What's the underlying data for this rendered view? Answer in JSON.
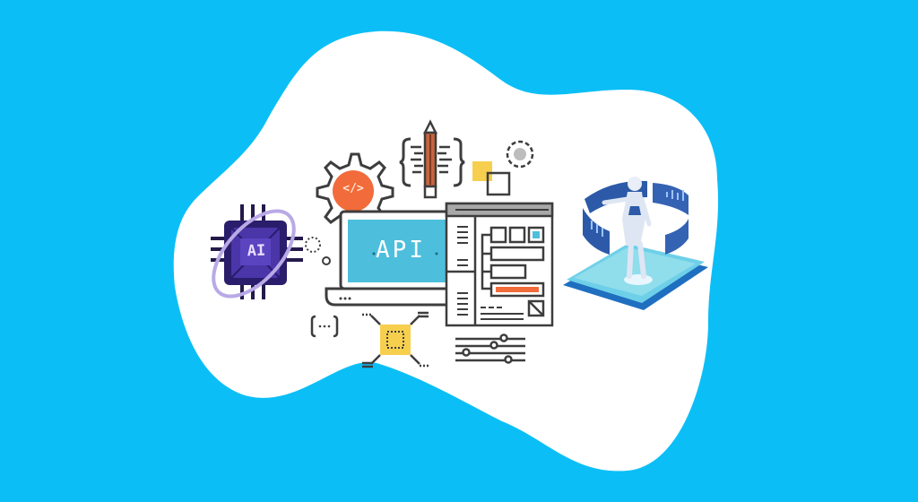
{
  "scene": {
    "description": "API and AI integration illustration on a white blob over a cyan background",
    "colors": {
      "background": "#0bbff6",
      "blob": "#ffffff",
      "outline": "#3d3d3d",
      "api_screen": "#4dbfdc",
      "accent_orange": "#f26b3a",
      "accent_yellow": "#f7cf4e",
      "chip_purple": "#3b2a8a",
      "orbit_lavender": "#b9a9e6",
      "robot_platform": "#2f8fd8"
    }
  },
  "laptop": {
    "screen_label": "API"
  },
  "gear": {
    "code_symbol": "</>"
  },
  "chip": {
    "label": "AI"
  },
  "misc": {
    "bracket_label": "[...]"
  }
}
